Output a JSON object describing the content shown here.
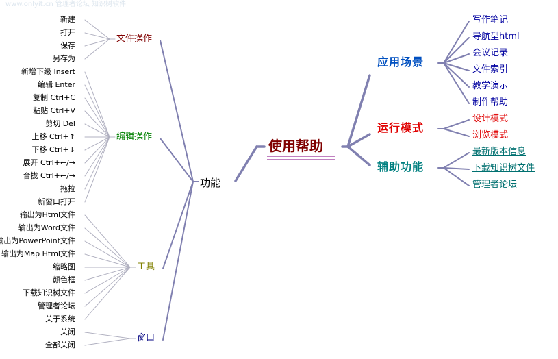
{
  "watermark": "www.onlyit.cn  管理者论坛  知识树软件",
  "center": {
    "label": "使用帮助",
    "color": "#800000"
  },
  "function_node": {
    "label": "功能"
  },
  "left_groups": [
    {
      "label": "文件操作",
      "color": "#800000",
      "items": [
        "新建",
        "打开",
        "保存",
        "另存为"
      ]
    },
    {
      "label": "编辑操作",
      "color": "#008000",
      "items": [
        "新增下级 Insert",
        "编辑 Enter",
        "复制 Ctrl+C",
        "粘贴 Ctrl+V",
        "剪切 Del",
        "上移 Ctrl+↑",
        "下移 Ctrl+↓",
        "展开 Ctrl+←/→",
        "合拢 Ctrl+←/→",
        "拖拉",
        "新窗口打开"
      ]
    },
    {
      "label": "工具",
      "color": "#808000",
      "items": [
        "输出为Html文件",
        "输出为Word文件",
        "输出为PowerPoint文件",
        "输出为Map Html文件",
        "缩略图",
        "颜色框",
        "下载知识树文件",
        "管理者论坛",
        "关于系统"
      ]
    },
    {
      "label": "窗口",
      "color": "#000080",
      "items": [
        "关闭",
        "全部关闭"
      ]
    }
  ],
  "right_groups": [
    {
      "label": "应用场景",
      "color": "#0050c0",
      "leaf_color": "#0000a0",
      "links": false,
      "items": [
        "写作笔记",
        "导航型html",
        "会议记录",
        "文件索引",
        "教学演示",
        "制作帮助"
      ]
    },
    {
      "label": "运行模式",
      "color": "#e00000",
      "leaf_color": "#e00000",
      "links": false,
      "items": [
        "设计模式",
        "浏览模式"
      ]
    },
    {
      "label": "辅助功能",
      "color": "#008080",
      "leaf_color": "#007070",
      "links": true,
      "items": [
        "最新版本信息",
        "下载知识树文件",
        "管理者论坛"
      ]
    }
  ],
  "colors": {
    "branch": "#8080b0",
    "leaf_line": "#b0b0c0"
  }
}
